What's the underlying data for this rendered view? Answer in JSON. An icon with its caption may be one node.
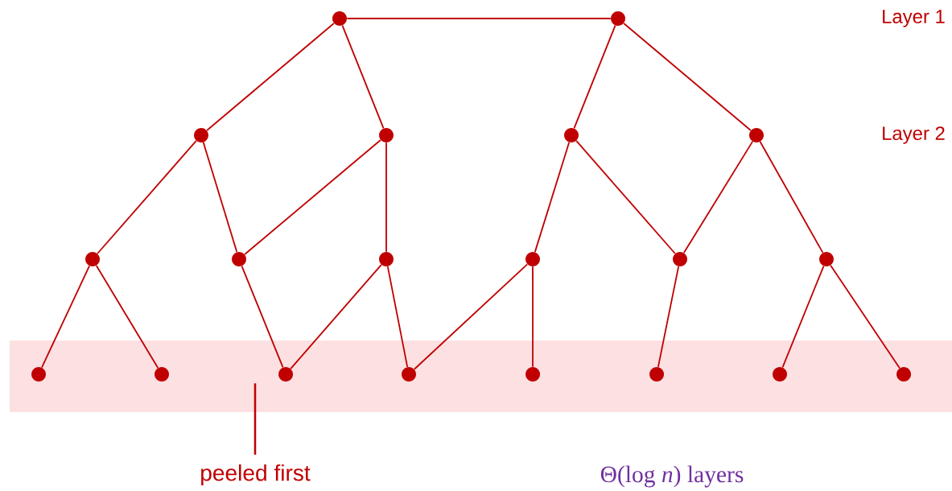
{
  "diagram": {
    "nodes": [
      {
        "text": [],
        "shape": "circle"
      },
      {
        "text": [],
        "shape": "circle"
      },
      {
        "text": [],
        "shape": "circle"
      },
      {
        "text": [],
        "shape": "circle"
      },
      {
        "text": [],
        "shape": "circle"
      },
      {
        "text": [],
        "shape": "circle"
      },
      {
        "text": [],
        "shape": "circle"
      },
      {
        "text": [],
        "shape": "circle"
      },
      {
        "text": [],
        "shape": "circle"
      },
      {
        "text": [],
        "shape": "circle"
      },
      {
        "text": [],
        "shape": "circle"
      },
      {
        "text": [],
        "shape": "circle"
      },
      {
        "text": [],
        "shape": "bar"
      },
      {
        "text": [],
        "shape": "circle",
        "in": 12
      },
      {
        "text": [],
        "shape": "circle",
        "in": 12
      },
      {
        "text": [],
        "shape": "circle",
        "in": 12
      },
      {
        "text": [],
        "shape": "circle",
        "in": 12
      },
      {
        "text": [],
        "shape": "circle",
        "in": 12
      },
      {
        "text": [],
        "shape": "circle",
        "in": 12
      },
      {
        "text": [],
        "shape": "circle",
        "in": 12
      },
      {
        "text": [],
        "shape": "circle",
        "in": 12
      },
      {
        "text": [
          "peeled first"
        ]
      }
    ],
    "edges": [
      {
        "from": 0,
        "to": 1,
        "arrow": "none"
      },
      {
        "from": 0,
        "to": 2,
        "arrow": "none"
      },
      {
        "from": 0,
        "to": 3,
        "arrow": "none"
      },
      {
        "from": 1,
        "to": 4,
        "arrow": "none"
      },
      {
        "from": 1,
        "to": 5,
        "arrow": "none"
      },
      {
        "from": 2,
        "to": 6,
        "arrow": "none"
      },
      {
        "from": 2,
        "to": 7,
        "arrow": "none"
      },
      {
        "from": 3,
        "to": 7,
        "arrow": "none"
      },
      {
        "from": 3,
        "to": 8,
        "arrow": "none"
      },
      {
        "from": 4,
        "to": 9,
        "arrow": "none"
      },
      {
        "from": 4,
        "to": 10,
        "arrow": "none"
      },
      {
        "from": 5,
        "to": 10,
        "arrow": "none"
      },
      {
        "from": 5,
        "to": 11,
        "arrow": "none"
      },
      {
        "from": 6,
        "to": 13,
        "arrow": "none"
      },
      {
        "from": 6,
        "to": 14,
        "arrow": "none"
      },
      {
        "from": 7,
        "to": 15,
        "arrow": "none"
      },
      {
        "from": 8,
        "to": 15,
        "arrow": "none"
      },
      {
        "from": 8,
        "to": 16,
        "arrow": "none"
      },
      {
        "from": 9,
        "to": 16,
        "arrow": "none"
      },
      {
        "from": 9,
        "to": 17,
        "arrow": "none"
      },
      {
        "from": 10,
        "to": 18,
        "arrow": "none"
      },
      {
        "from": 11,
        "to": 19,
        "arrow": "none"
      },
      {
        "from": 11,
        "to": 20,
        "arrow": "none"
      },
      {
        "from": 21,
        "to": 12,
        "arrow": "none"
      }
    ],
    "labels": [
      "Layer 1",
      "Layer 2",
      "Θ(log *n*) layers"
    ]
  }
}
